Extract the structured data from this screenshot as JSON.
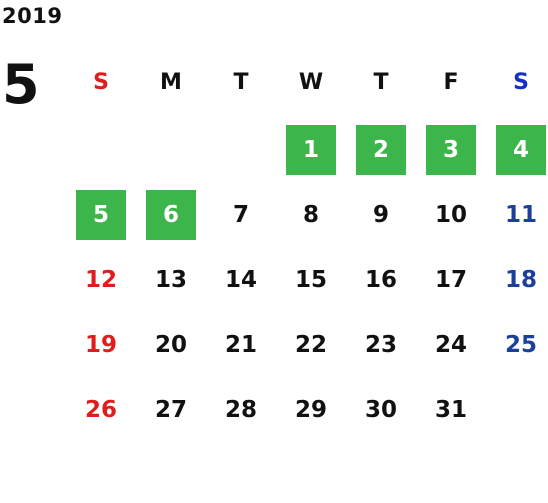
{
  "calendar": {
    "year": "2019",
    "month": "5",
    "weekdays": [
      "S",
      "M",
      "T",
      "W",
      "T",
      "F",
      "S"
    ],
    "first_weekday_index": 3,
    "days": [
      "1",
      "2",
      "3",
      "4",
      "5",
      "6",
      "7",
      "8",
      "9",
      "10",
      "11",
      "12",
      "13",
      "14",
      "15",
      "16",
      "17",
      "18",
      "19",
      "20",
      "21",
      "22",
      "23",
      "24",
      "25",
      "26",
      "27",
      "28",
      "29",
      "30",
      "31"
    ],
    "holidays": [
      "1",
      "2",
      "3",
      "4",
      "5",
      "6"
    ]
  },
  "colors": {
    "holiday_bg": "#3cb54a",
    "sunday": "#e01c1c",
    "saturday": "#1b3f9a",
    "saturday_header": "#1530c8",
    "text": "#111111"
  }
}
